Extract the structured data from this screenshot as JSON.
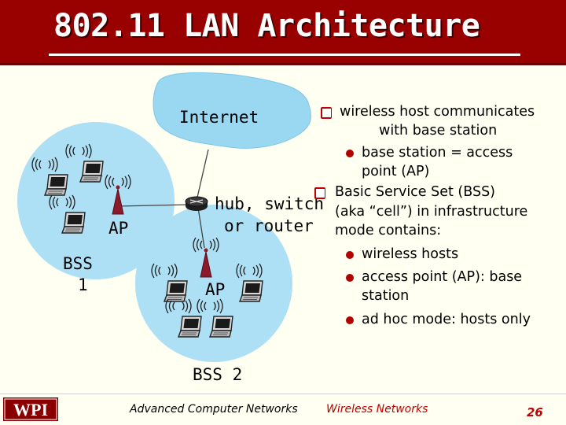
{
  "title": "802.11 LAN Architecture",
  "diagram": {
    "internet_label": "Internet",
    "hub_label_line1": "hub, switch",
    "hub_label_line2": "or router",
    "bss1_ap_label": "AP",
    "bss1_label_line1": "BSS",
    "bss1_label_line2": "1",
    "bss2_ap_label": "AP",
    "bss2_label": "BSS 2"
  },
  "bullets": {
    "b1_line1": "wireless host communicates",
    "b1_line2": "with base station",
    "b1_sub1_line1": "base station = access",
    "b1_sub1_line2": "point (AP)",
    "b2_line1": "Basic Service Set (BSS)",
    "b2_line2": "(aka “cell”) in infrastructure",
    "b2_line3": "mode contains:",
    "b2_sub1": "wireless hosts",
    "b2_sub2_line1": "access point (AP): base",
    "b2_sub2_line2": "station",
    "b2_sub3": "ad hoc mode: hosts only"
  },
  "footer": {
    "logo_text": "WPI",
    "course": "Advanced Computer Networks",
    "topic": "Wireless Networks",
    "page_number": "26"
  },
  "colors": {
    "title_bar": "#990000",
    "bullet_marker": "#c00000",
    "cell_fill": "#aee0f5",
    "internet_fill": "#9ad8f2"
  }
}
